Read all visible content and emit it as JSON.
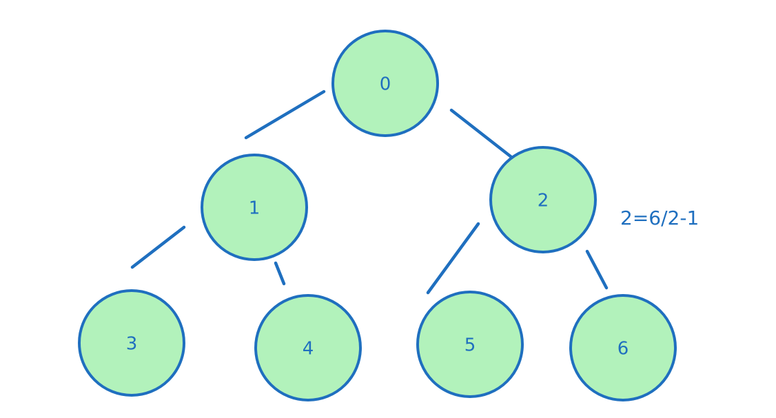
{
  "tree": {
    "nodes": [
      {
        "id": "node-0",
        "label": "0"
      },
      {
        "id": "node-1",
        "label": "1"
      },
      {
        "id": "node-2",
        "label": "2"
      },
      {
        "id": "node-3",
        "label": "3"
      },
      {
        "id": "node-4",
        "label": "4"
      },
      {
        "id": "node-5",
        "label": "5"
      },
      {
        "id": "node-6",
        "label": "6"
      }
    ],
    "edges": [
      {
        "from": "0",
        "to": "1"
      },
      {
        "from": "0",
        "to": "2"
      },
      {
        "from": "1",
        "to": "3"
      },
      {
        "from": "1",
        "to": "4"
      },
      {
        "from": "2",
        "to": "5"
      },
      {
        "from": "2",
        "to": "6"
      }
    ]
  },
  "annotation": {
    "text": "2=6/2-1"
  },
  "colors": {
    "node_fill": "#b2f2bb",
    "stroke": "#1f6fbf",
    "text": "#1f6fbf",
    "background": "#ffffff"
  }
}
